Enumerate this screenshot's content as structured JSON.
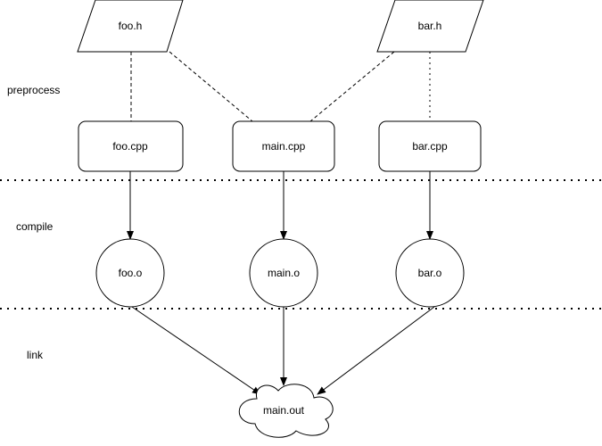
{
  "stages": {
    "preprocess": "preprocess",
    "compile": "compile",
    "link": "link"
  },
  "headers": {
    "foo_h": "foo.h",
    "bar_h": "bar.h"
  },
  "sources": {
    "foo_cpp": "foo.cpp",
    "main_cpp": "main.cpp",
    "bar_cpp": "bar.cpp"
  },
  "objects": {
    "foo_o": "foo.o",
    "main_o": "main.o",
    "bar_o": "bar.o"
  },
  "output": {
    "main_out": "main.out"
  }
}
